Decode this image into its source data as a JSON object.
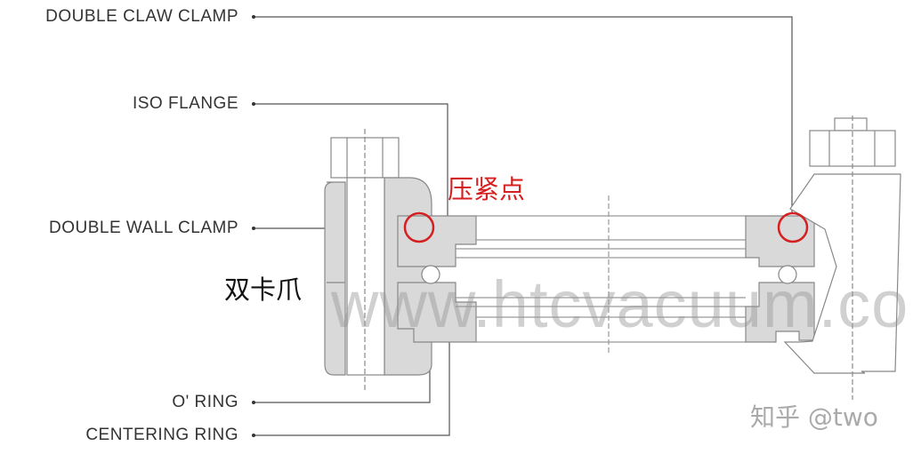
{
  "labels": {
    "double_claw_clamp": "DOUBLE CLAW CLAMP",
    "iso_flange": "ISO FLANGE",
    "double_wall_clamp": "DOUBLE WALL CLAMP",
    "o_ring": "O' RING",
    "centering_ring": "CENTERING RING"
  },
  "annotations": {
    "clamping_point": "压紧点",
    "double_claw": "双卡爪"
  },
  "watermarks": {
    "site": "www.htcvacuum.com",
    "zhihu": "知乎 @two"
  },
  "colors": {
    "part_fill": "#d9d9d9",
    "outline": "#888888",
    "highlight": "#d42020",
    "label": "#333333"
  }
}
